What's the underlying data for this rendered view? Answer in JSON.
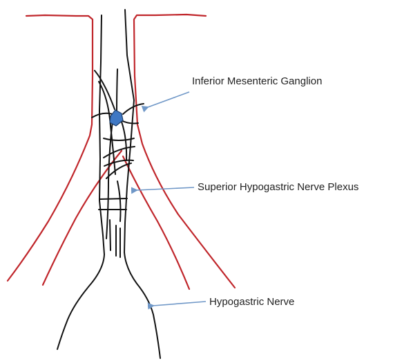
{
  "colors": {
    "vessel": "#c0262b",
    "nerve": "#111111",
    "ganglion_fill": "#3f78c4",
    "arrow": "#6f97c7",
    "label": "#222222"
  },
  "labels": {
    "inferior_mesenteric_ganglion": "Inferior Mesenteric Ganglion",
    "superior_hypogastric_nerve_plexus": "Superior Hypogastric Nerve Plexus",
    "hypogastric_nerve": "Hypogastric Nerve"
  }
}
